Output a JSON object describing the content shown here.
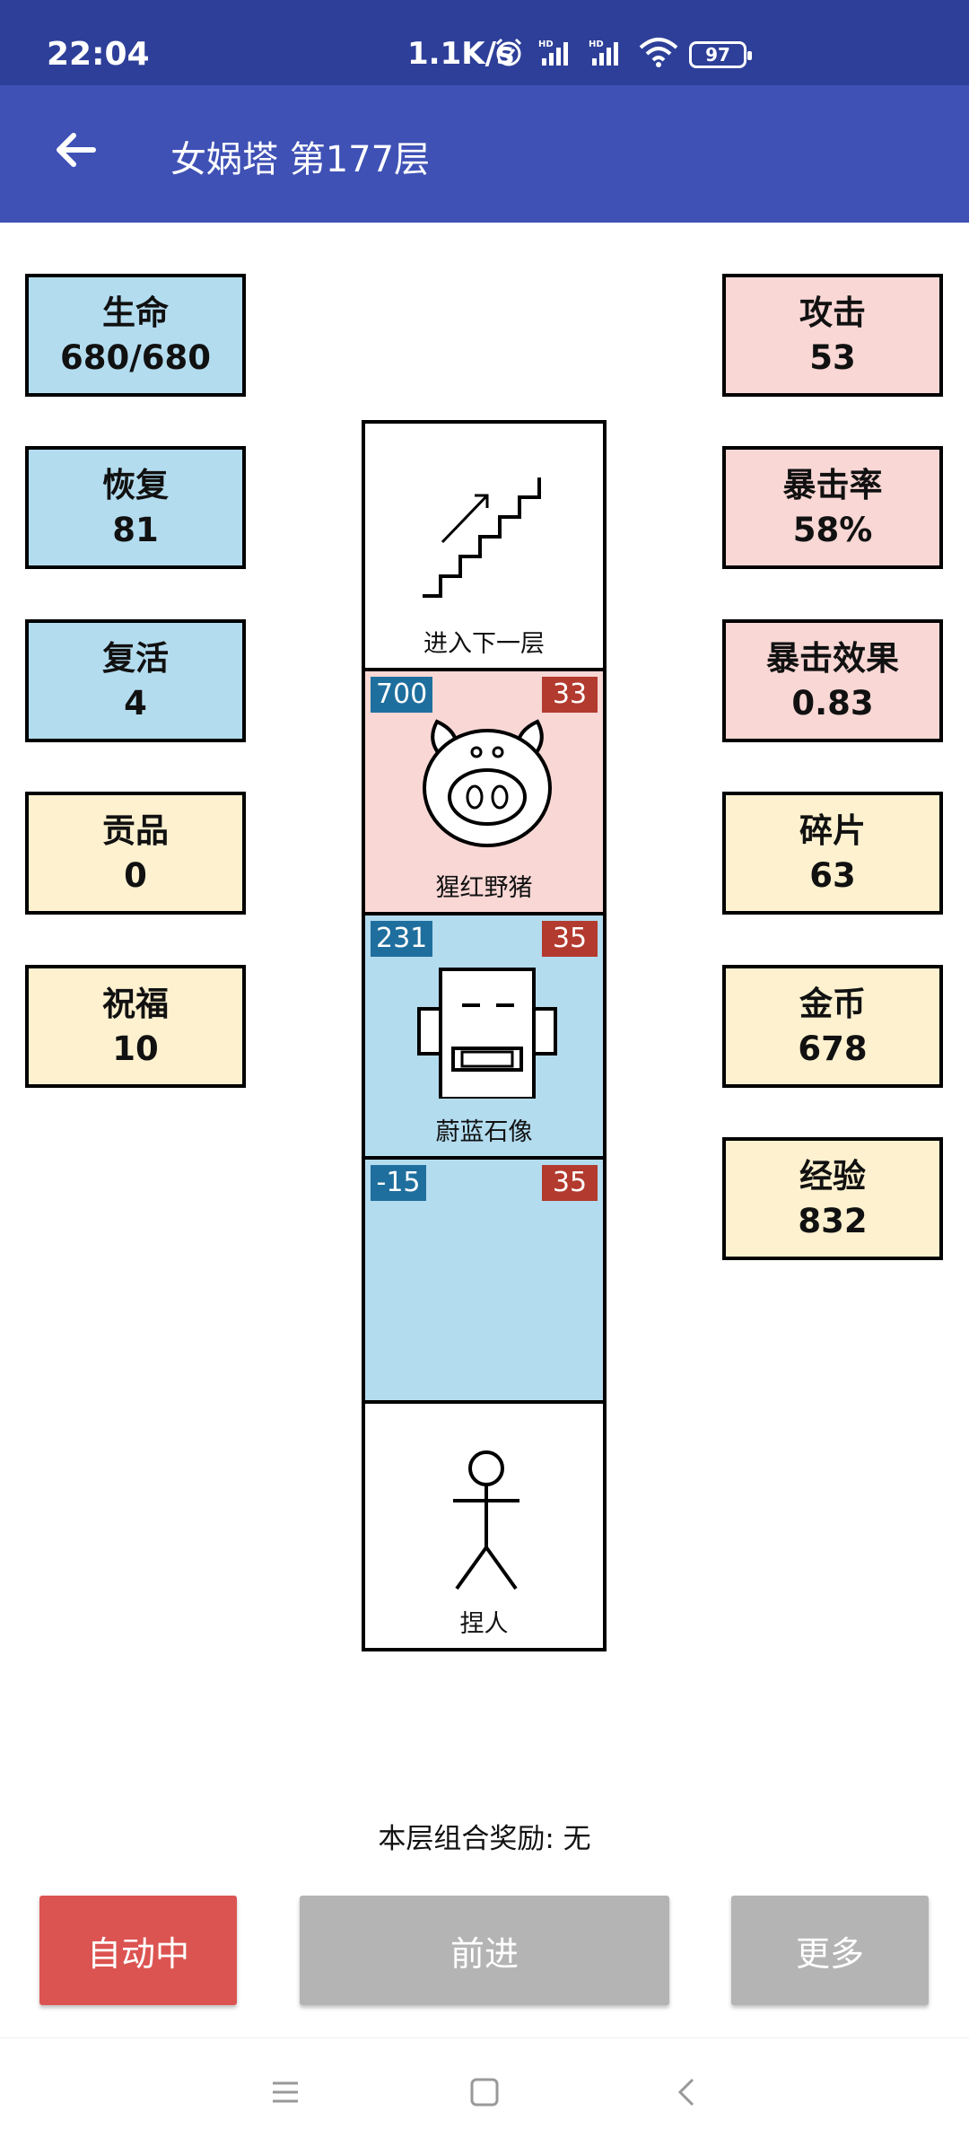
{
  "status_bar": {
    "time": "22:04",
    "net_speed": "1.1K/s",
    "battery": "97",
    "icons": [
      "alarm-icon",
      "signal-hd-icon",
      "signal-hd-icon",
      "wifi-icon",
      "battery-icon"
    ]
  },
  "app_bar": {
    "title": "女娲塔 第177层",
    "back_icon": "arrow-left-icon"
  },
  "left_stats": [
    {
      "label": "生命",
      "value": "680/680",
      "color": "#b3dcef"
    },
    {
      "label": "恢复",
      "value": "81",
      "color": "#b3dcef"
    },
    {
      "label": "复活",
      "value": "4",
      "color": "#b3dcef"
    },
    {
      "label": "贡品",
      "value": "0",
      "color": "#fdf1cf"
    },
    {
      "label": "祝福",
      "value": "10",
      "color": "#fdf1cf"
    }
  ],
  "right_stats": [
    {
      "label": "攻击",
      "value": "53",
      "color": "#f8d7d5"
    },
    {
      "label": "暴击率",
      "value": "58%",
      "color": "#f8d7d5"
    },
    {
      "label": "暴击效果",
      "value": "0.83",
      "color": "#f8d7d5"
    },
    {
      "label": "碎片",
      "value": "63",
      "color": "#fdf1cf"
    },
    {
      "label": "金币",
      "value": "678",
      "color": "#fdf1cf"
    },
    {
      "label": "经验",
      "value": "832",
      "color": "#fdf1cf"
    }
  ],
  "tower": {
    "stairs": {
      "label": "进入下一层",
      "icon": "stairs-up-icon"
    },
    "enemies": [
      {
        "name": "猩红野猪",
        "hp": "700",
        "atk": "33",
        "icon": "boar-icon",
        "color": "#f8d7d5"
      },
      {
        "name": "蔚蓝石像",
        "hp": "231",
        "atk": "35",
        "icon": "statue-icon",
        "color": "#b3dcef"
      },
      {
        "name": "",
        "hp": "-15",
        "atk": "35",
        "icon": "",
        "color": "#b3dcef"
      }
    ],
    "player": {
      "label": "捏人",
      "icon": "stick-figure-icon"
    }
  },
  "combo_reward": "本层组合奖励: 无",
  "buttons": {
    "auto": "自动中",
    "forward": "前进",
    "more": "更多"
  },
  "colors": {
    "status_bar": "#2e3f99",
    "app_bar": "#3f51b5",
    "auto_button": "#dc5451",
    "disabled_button": "#b4b4b4",
    "hp_badge": "#1f6f9e",
    "atk_badge": "#b33a2e"
  }
}
